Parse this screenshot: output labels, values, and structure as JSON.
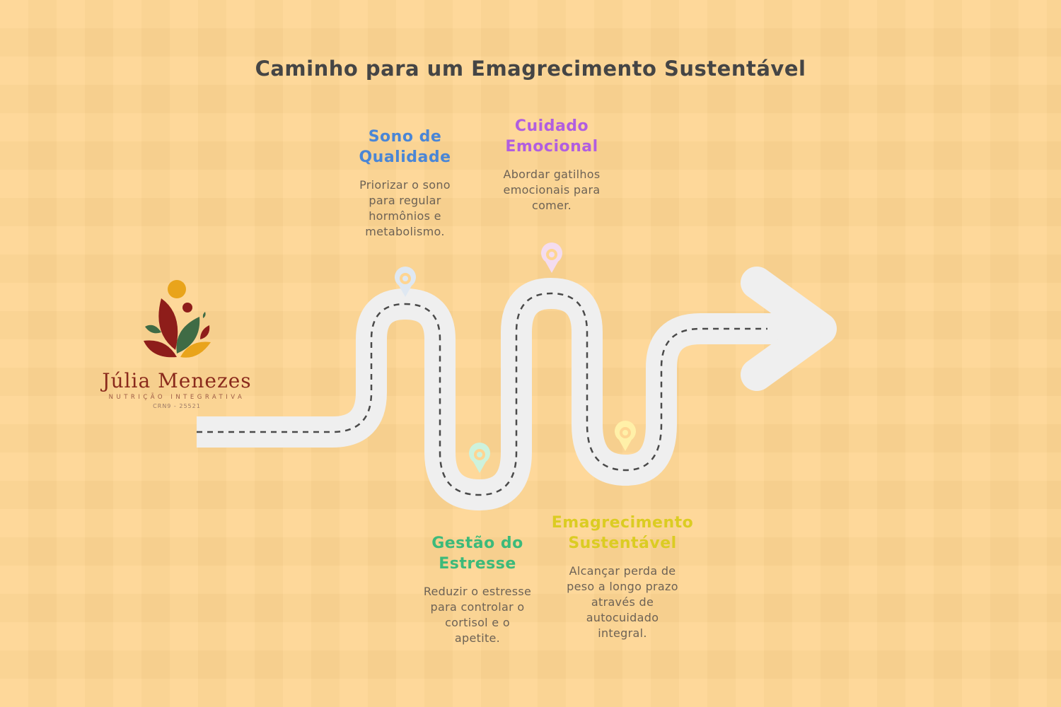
{
  "title": "Caminho para um Emagrecimento Sustentável",
  "logo": {
    "name": "Júlia Menezes",
    "subtitle": "NUTRIÇÃO INTEGRATIVA",
    "registration": "CRN9 - 25521",
    "colors": {
      "sun": "#e9a41b",
      "dark_red": "#8e1d1a",
      "green": "#3f6b45",
      "gold": "#e9a41b"
    }
  },
  "steps": [
    {
      "title_line1": "Sono de",
      "title_line2": "Qualidade",
      "desc": [
        "Priorizar o sono",
        "para regular",
        "hormônios e",
        "metabolismo."
      ],
      "color": "#4a86d6",
      "pin_color": "#dfe8f2"
    },
    {
      "title_line1": "Gestão do",
      "title_line2": "Estresse",
      "desc": [
        "Reduzir o estresse",
        "para controlar o",
        "cortisol e o",
        "apetite."
      ],
      "color": "#3cba7a",
      "pin_color": "#cdf2dc"
    },
    {
      "title_line1": "Cuidado",
      "title_line2": "Emocional",
      "desc": [
        "Abordar gatilhos",
        "emocionais para",
        "comer."
      ],
      "color": "#b15ee0",
      "pin_color": "#f4dcef"
    },
    {
      "title_line1": "Emagrecimento",
      "title_line2": "Sustentável",
      "desc": [
        "Alcançar perda de",
        "peso a longo prazo",
        "através de",
        "autocuidado",
        "integral."
      ],
      "color": "#dbcc22",
      "pin_color": "#fff0a8"
    }
  ],
  "road": {
    "color": "#efefef",
    "dash_color": "#4a4a4a"
  }
}
